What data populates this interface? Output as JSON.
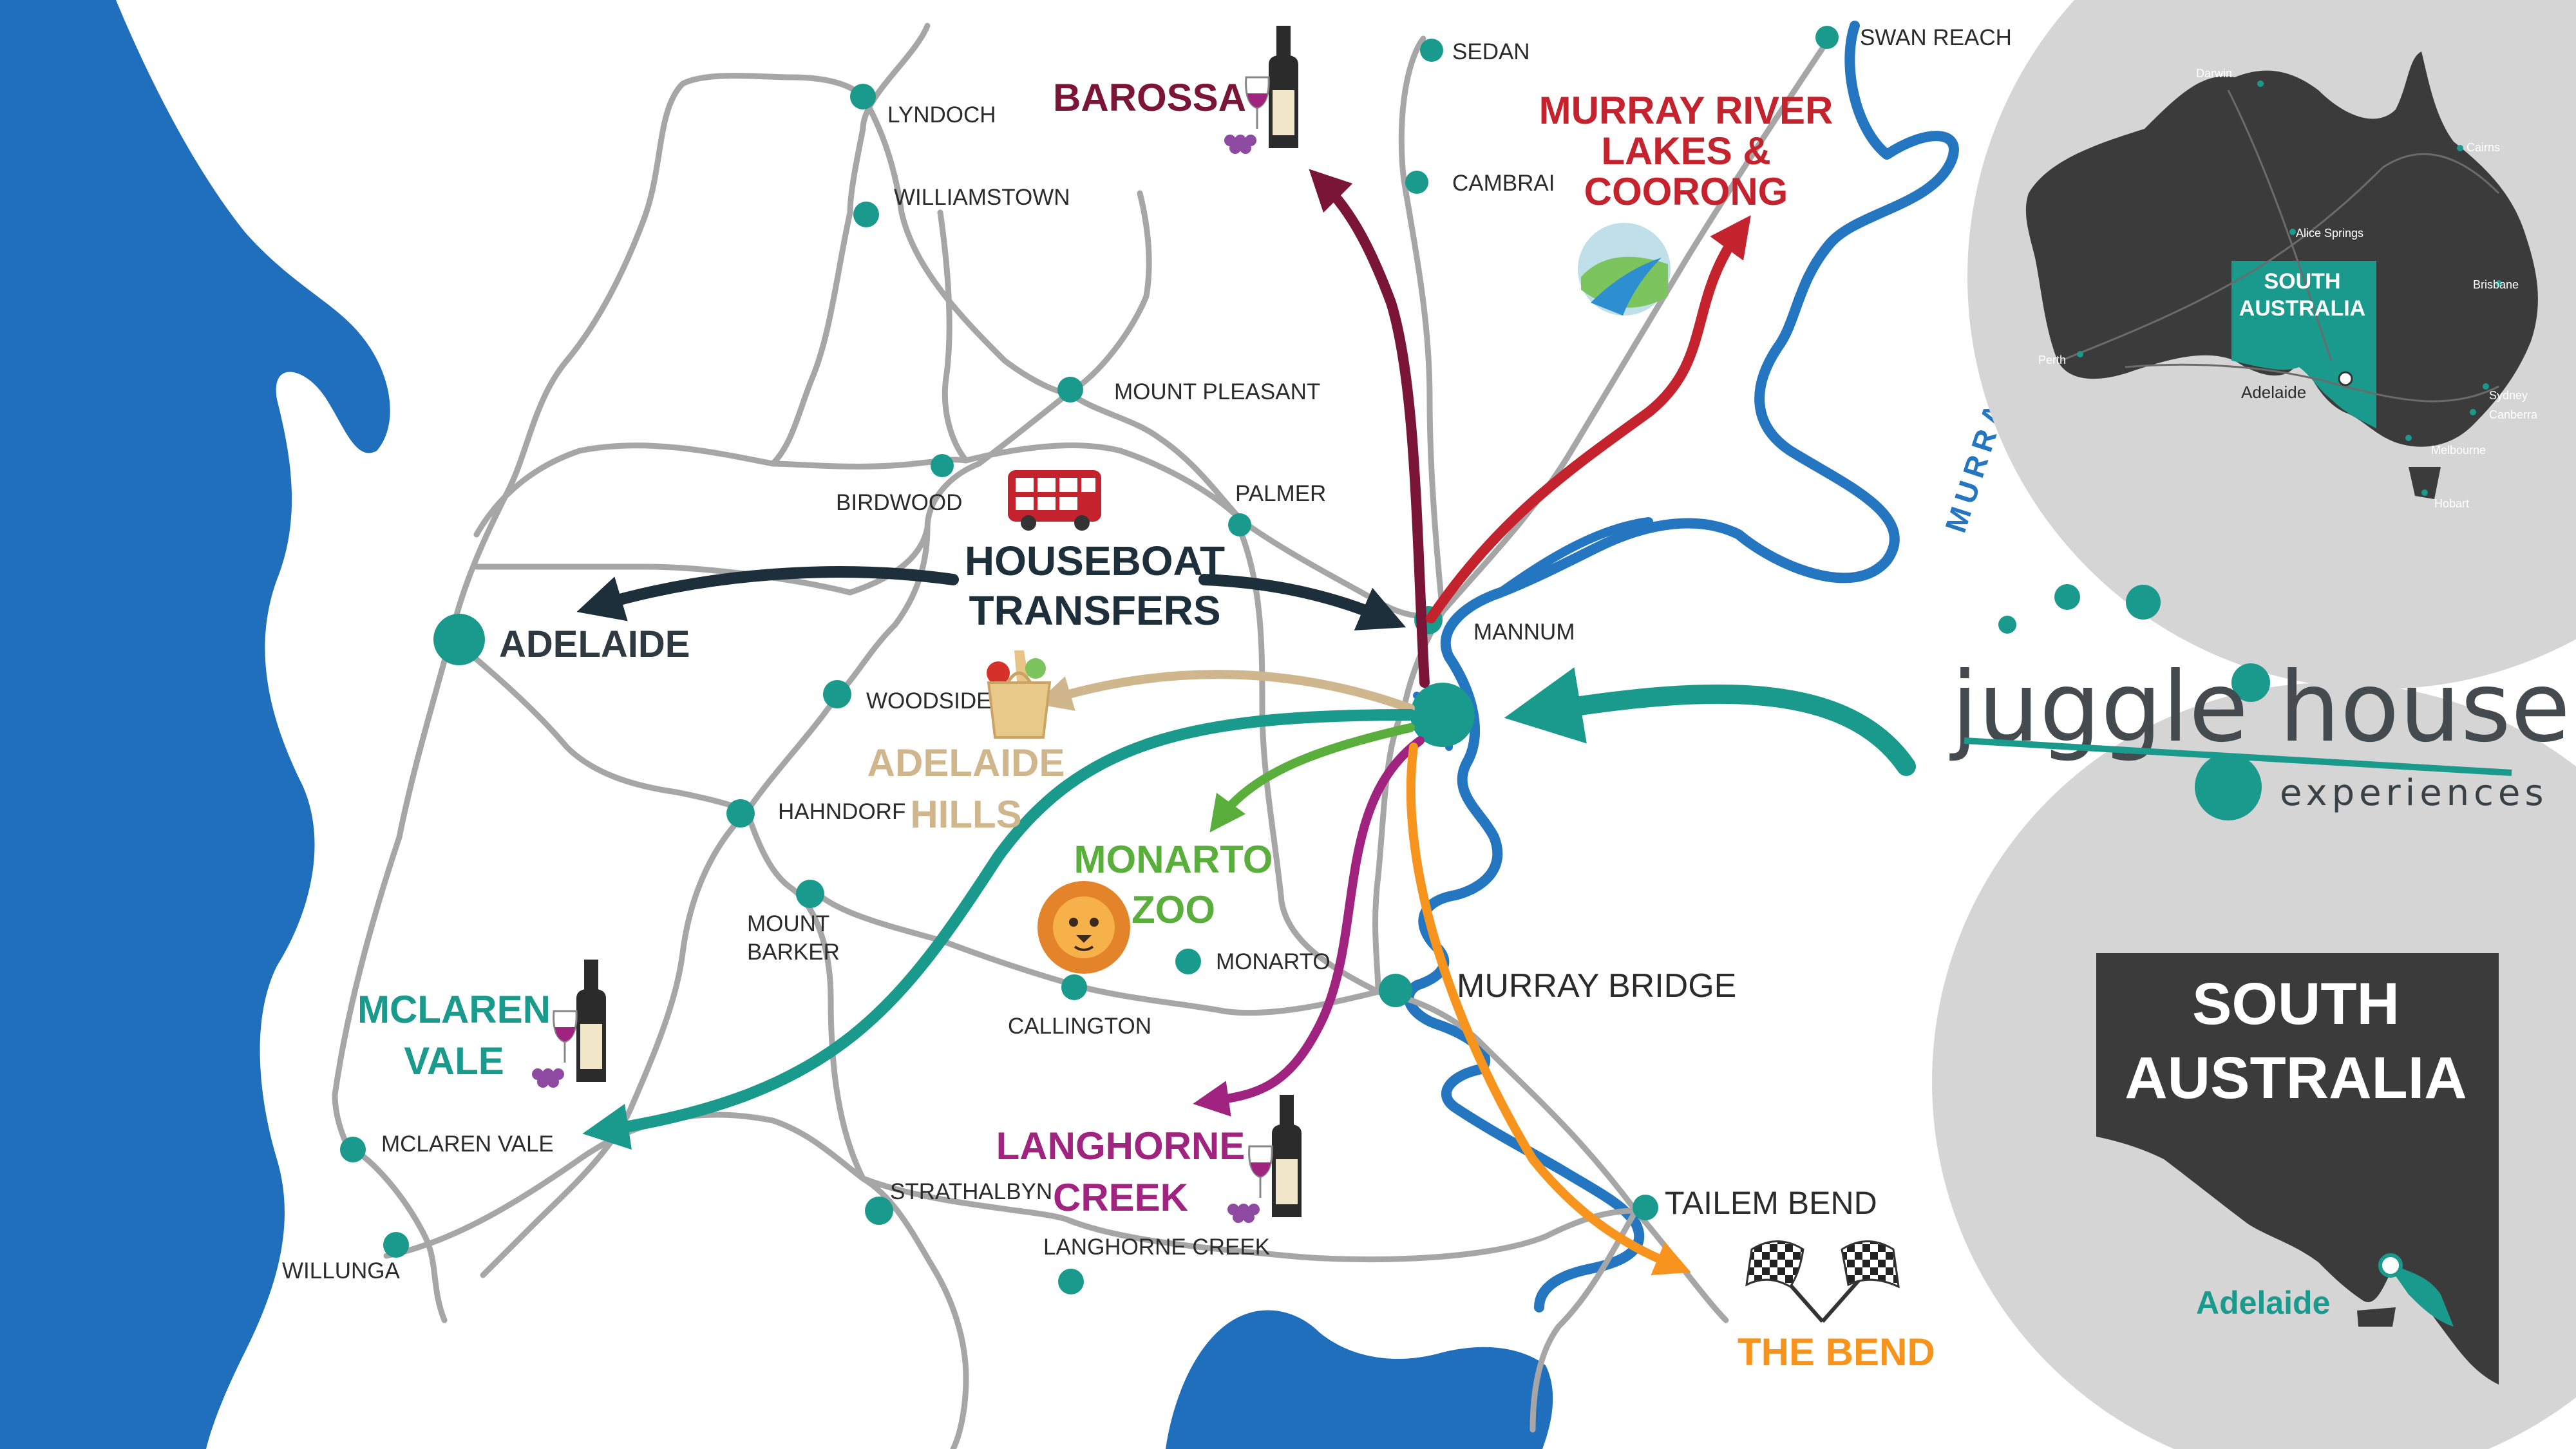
{
  "towns": [
    {
      "id": "lyndoch",
      "label": "LYNDOCH"
    },
    {
      "id": "williamstown",
      "label": "WILLIAMSTOWN"
    },
    {
      "id": "mount-pleasant",
      "label": "MOUNT PLEASANT"
    },
    {
      "id": "birdwood",
      "label": "BIRDWOOD"
    },
    {
      "id": "palmer",
      "label": "PALMER"
    },
    {
      "id": "sedan",
      "label": "SEDAN"
    },
    {
      "id": "cambrai",
      "label": "CAMBRAI"
    },
    {
      "id": "swan-reach",
      "label": "SWAN REACH"
    },
    {
      "id": "mannum",
      "label": "MANNUM"
    },
    {
      "id": "woodside",
      "label": "WOODSIDE"
    },
    {
      "id": "hahndorf",
      "label": "HAHNDORF"
    },
    {
      "id": "mount-barker",
      "label": "MOUNT BARKER"
    },
    {
      "id": "callington",
      "label": "CALLINGTON"
    },
    {
      "id": "monarto",
      "label": "MONARTO"
    },
    {
      "id": "strathalbyn",
      "label": "STRATHALBYN"
    },
    {
      "id": "langhorne-creek",
      "label": "LANGHORNE CREEK"
    },
    {
      "id": "mclaren-vale",
      "label": "MCLAREN VALE"
    },
    {
      "id": "willunga",
      "label": "WILLUNGA"
    },
    {
      "id": "tailem-bend",
      "label": "TAILEM BEND"
    },
    {
      "id": "murray-bridge",
      "label": "MURRAY BRIDGE"
    }
  ],
  "labels": {
    "adelaide": "ADELAIDE",
    "murray_bridge": "MURRAY BRIDGE",
    "tailem_bend": "TAILEM BEND",
    "murray_river": "MURRAY RIVER"
  },
  "destinations": [
    {
      "id": "barossa",
      "lines": [
        "BAROSSA"
      ],
      "color": "#7b1537"
    },
    {
      "id": "murray-river-lakes",
      "lines": [
        "MURRAY RIVER",
        "LAKES &",
        "COORONG"
      ],
      "color": "#c4232e"
    },
    {
      "id": "houseboat-transfers",
      "lines": [
        "HOUSEBOAT",
        "TRANSFERS"
      ],
      "color": "#1d2f3a"
    },
    {
      "id": "adelaide-hills",
      "lines": [
        "ADELAIDE",
        "HILLS"
      ],
      "color": "#d0b68c"
    },
    {
      "id": "monarto-zoo",
      "lines": [
        "MONARTO",
        "ZOO"
      ],
      "color": "#5aaf3c"
    },
    {
      "id": "mclaren-vale",
      "lines": [
        "MCLAREN",
        "VALE"
      ],
      "color": "#1a9a8c"
    },
    {
      "id": "langhorne-creek",
      "lines": [
        "LANGHORNE",
        "CREEK"
      ],
      "color": "#a0237f"
    },
    {
      "id": "the-bend",
      "lines": [
        "THE BEND"
      ],
      "color": "#f7941d"
    }
  ],
  "australia_inset": {
    "cities": [
      "Darwin",
      "Cairns",
      "Alice Springs",
      "Brisbane",
      "Perth",
      "Adelaide",
      "Sydney",
      "Canberra",
      "Melbourne",
      "Hobart"
    ],
    "state_label": [
      "SOUTH",
      "AUSTRALIA"
    ],
    "state_color": "#1a9a8c"
  },
  "sa_inset": {
    "title": [
      "SOUTH",
      "AUSTRALIA"
    ],
    "city": "Adelaide"
  },
  "logo": {
    "name": "juggle house",
    "tagline": "experiences"
  },
  "colors": {
    "sea": "#1f6fbd",
    "river": "#2476c0",
    "road": "#a6a6a6",
    "town_dot": "#1a9a8c",
    "inset_bg": "#d5d5d5",
    "land_dark": "#3b3b3b"
  },
  "icons": [
    "red-bus-icon",
    "wine-bottle-glass-icon",
    "grocery-bag-icon",
    "lion-icon",
    "chequered-flags-icon",
    "landscape-icon"
  ]
}
